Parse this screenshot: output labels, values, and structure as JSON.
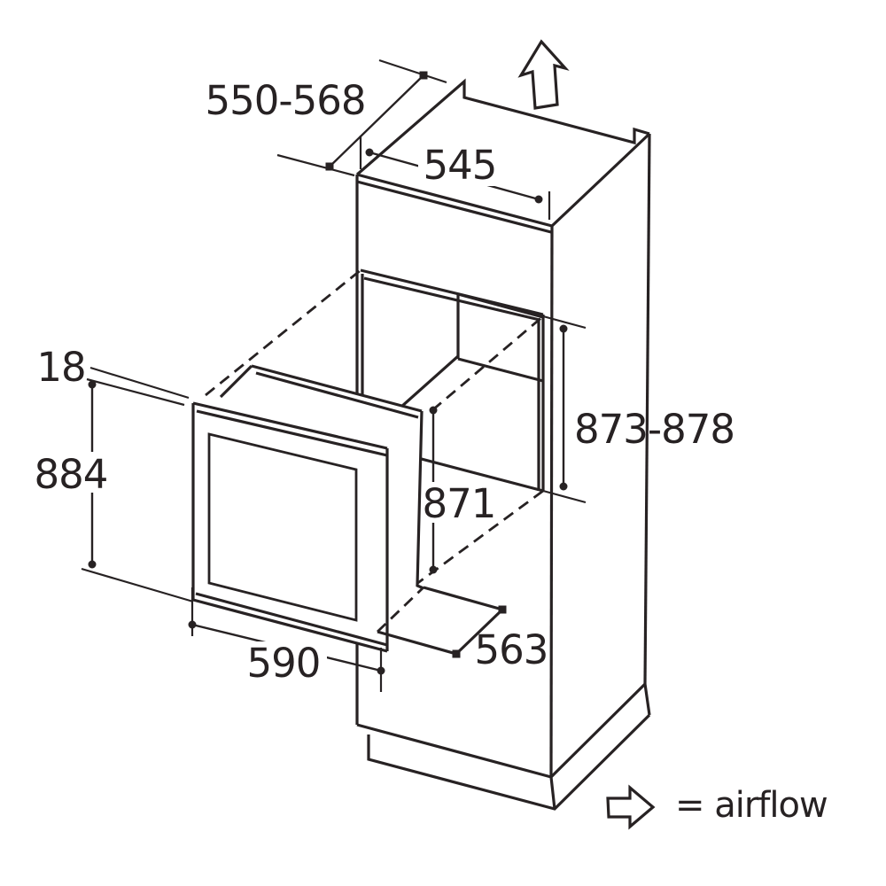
{
  "diagram": {
    "dimensions": {
      "cabinet_depth": "550-568",
      "top_width": "545",
      "door_thickness": "18",
      "door_height": "884",
      "niche_height": "873-878",
      "appliance_height": "871",
      "door_width": "590",
      "niche_floor_depth": "563"
    },
    "legend": {
      "airflow": "= airflow"
    },
    "icons": {
      "airflow_up_arrow": "⇧",
      "airflow_right_arrow": "⇨"
    },
    "colors": {
      "line": "#272223",
      "background": "#ffffff"
    }
  }
}
